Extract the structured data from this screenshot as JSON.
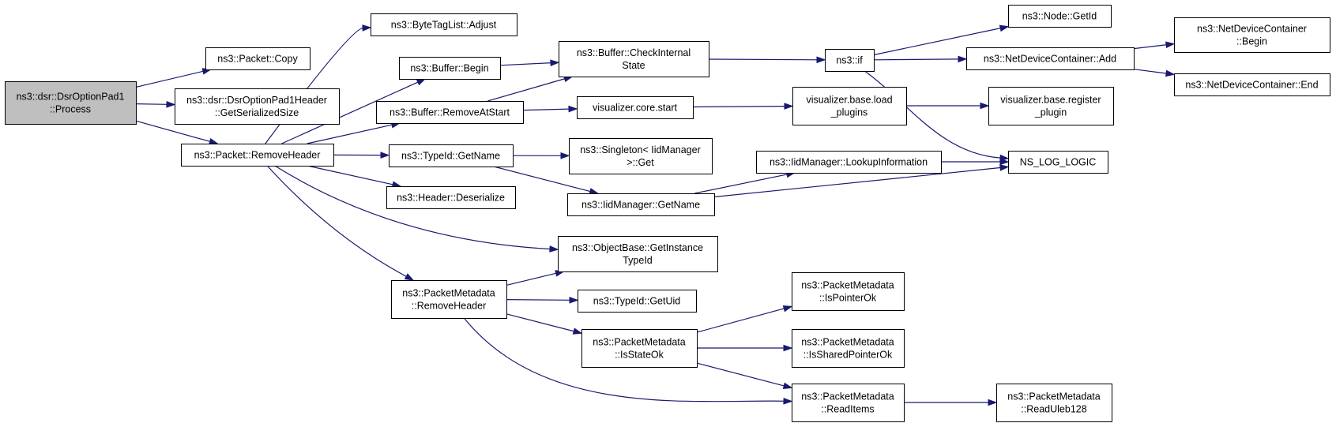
{
  "graph": {
    "nodes": [
      {
        "id": "process",
        "lines": [
          "ns3::dsr::DsrOptionPad1",
          "::Process"
        ],
        "root": true
      },
      {
        "id": "copy",
        "lines": [
          "ns3::Packet::Copy"
        ]
      },
      {
        "id": "getser",
        "lines": [
          "ns3::dsr::DsrOptionPad1Header",
          "::GetSerializedSize"
        ]
      },
      {
        "id": "removeheader",
        "lines": [
          "ns3::Packet::RemoveHeader"
        ]
      },
      {
        "id": "adjust",
        "lines": [
          "ns3::ByteTagList::Adjust"
        ]
      },
      {
        "id": "bufbegin",
        "lines": [
          "ns3::Buffer::Begin"
        ]
      },
      {
        "id": "removeatstart",
        "lines": [
          "ns3::Buffer::RemoveAtStart"
        ]
      },
      {
        "id": "typegetname",
        "lines": [
          "ns3::TypeId::GetName"
        ]
      },
      {
        "id": "deserialize",
        "lines": [
          "ns3::Header::Deserialize"
        ]
      },
      {
        "id": "checkinternal",
        "lines": [
          "ns3::Buffer::CheckInternal",
          "State"
        ]
      },
      {
        "id": "vcorestart",
        "lines": [
          "visualizer.core.start"
        ]
      },
      {
        "id": "singleton",
        "lines": [
          "ns3::Singleton< IidManager",
          ">::Get"
        ]
      },
      {
        "id": "iidgetname",
        "lines": [
          "ns3::IidManager::GetName"
        ]
      },
      {
        "id": "getinstance",
        "lines": [
          "ns3::ObjectBase::GetInstance",
          "TypeId"
        ]
      },
      {
        "id": "pmremove",
        "lines": [
          "ns3::PacketMetadata",
          "::RemoveHeader"
        ]
      },
      {
        "id": "getuid",
        "lines": [
          "ns3::TypeId::GetUid"
        ]
      },
      {
        "id": "isstateok",
        "lines": [
          "ns3::PacketMetadata",
          "::IsStateOk"
        ]
      },
      {
        "id": "nsif",
        "lines": [
          "ns3::if"
        ]
      },
      {
        "id": "loadplugins",
        "lines": [
          "visualizer.base.load",
          "_plugins"
        ]
      },
      {
        "id": "lookupinfo",
        "lines": [
          "ns3::IidManager::LookupInformation"
        ]
      },
      {
        "id": "ispointerok",
        "lines": [
          "ns3::PacketMetadata",
          "::IsPointerOk"
        ]
      },
      {
        "id": "issharedptr",
        "lines": [
          "ns3::PacketMetadata",
          "::IsSharedPointerOk"
        ]
      },
      {
        "id": "readitems",
        "lines": [
          "ns3::PacketMetadata",
          "::ReadItems"
        ]
      },
      {
        "id": "nodegetid",
        "lines": [
          "ns3::Node::GetId"
        ]
      },
      {
        "id": "ndcadd",
        "lines": [
          "ns3::NetDeviceContainer::Add"
        ]
      },
      {
        "id": "registerplugin",
        "lines": [
          "visualizer.base.register",
          "_plugin"
        ]
      },
      {
        "id": "nslog",
        "lines": [
          "NS_LOG_LOGIC"
        ]
      },
      {
        "id": "readuleb",
        "lines": [
          "ns3::PacketMetadata",
          "::ReadUleb128"
        ]
      },
      {
        "id": "ndcbegin",
        "lines": [
          "ns3::NetDeviceContainer",
          "::Begin"
        ]
      },
      {
        "id": "ndcend",
        "lines": [
          "ns3::NetDeviceContainer::End"
        ]
      }
    ],
    "edges": [
      {
        "from": "process",
        "to": "copy"
      },
      {
        "from": "process",
        "to": "getser"
      },
      {
        "from": "process",
        "to": "removeheader"
      },
      {
        "from": "removeheader",
        "to": "adjust"
      },
      {
        "from": "removeheader",
        "to": "bufbegin"
      },
      {
        "from": "removeheader",
        "to": "removeatstart"
      },
      {
        "from": "removeheader",
        "to": "typegetname"
      },
      {
        "from": "removeheader",
        "to": "deserialize"
      },
      {
        "from": "removeheader",
        "to": "getinstance"
      },
      {
        "from": "removeheader",
        "to": "pmremove"
      },
      {
        "from": "bufbegin",
        "to": "checkinternal"
      },
      {
        "from": "removeatstart",
        "to": "checkinternal"
      },
      {
        "from": "removeatstart",
        "to": "vcorestart"
      },
      {
        "from": "typegetname",
        "to": "singleton"
      },
      {
        "from": "typegetname",
        "to": "iidgetname"
      },
      {
        "from": "checkinternal",
        "to": "nsif"
      },
      {
        "from": "vcorestart",
        "to": "loadplugins"
      },
      {
        "from": "iidgetname",
        "to": "lookupinfo"
      },
      {
        "from": "iidgetname",
        "to": "nslog"
      },
      {
        "from": "pmremove",
        "to": "getinstance"
      },
      {
        "from": "pmremove",
        "to": "getuid"
      },
      {
        "from": "pmremove",
        "to": "isstateok"
      },
      {
        "from": "pmremove",
        "to": "readitems"
      },
      {
        "from": "isstateok",
        "to": "ispointerok"
      },
      {
        "from": "isstateok",
        "to": "issharedptr"
      },
      {
        "from": "isstateok",
        "to": "readitems"
      },
      {
        "from": "nsif",
        "to": "nodegetid"
      },
      {
        "from": "nsif",
        "to": "ndcadd"
      },
      {
        "from": "nsif",
        "to": "nslog"
      },
      {
        "from": "loadplugins",
        "to": "registerplugin"
      },
      {
        "from": "lookupinfo",
        "to": "nslog"
      },
      {
        "from": "ndcadd",
        "to": "ndcbegin"
      },
      {
        "from": "ndcadd",
        "to": "ndcend"
      },
      {
        "from": "readitems",
        "to": "readuleb"
      }
    ]
  }
}
